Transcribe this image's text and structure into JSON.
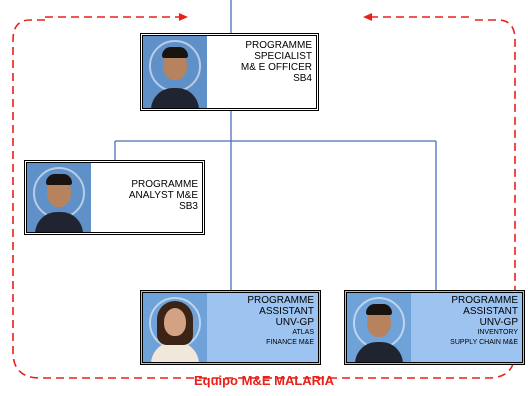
{
  "colors": {
    "boundary": "#e8211b",
    "connector": "#4a6fb5",
    "assistant_fill": "#9dc3f0"
  },
  "team_label": "Equipo M&E MALARIA",
  "nodes": [
    {
      "id": "specialist",
      "lines": [
        "PROGRAMME",
        "SPECIALIST",
        "M& E OFFICER",
        "SB4"
      ],
      "small": [],
      "photo": "man-portrait-icon"
    },
    {
      "id": "analyst",
      "lines": [
        "PROGRAMME",
        "ANALYST M&E",
        "SB3"
      ],
      "small": [],
      "photo": "man-portrait-icon"
    },
    {
      "id": "assistant-finance",
      "lines": [
        "PROGRAMME",
        "ASSISTANT",
        "UNV-GP"
      ],
      "small": [
        "ATLAS",
        "FINANCE M&E"
      ],
      "photo": "woman-portrait-icon"
    },
    {
      "id": "assistant-inventory",
      "lines": [
        "PROGRAMME",
        "ASSISTANT",
        "UNV-GP"
      ],
      "small": [
        "INVENTORY",
        "SUPPLY CHAIN M&E"
      ],
      "photo": "man-portrait-icon"
    }
  ]
}
